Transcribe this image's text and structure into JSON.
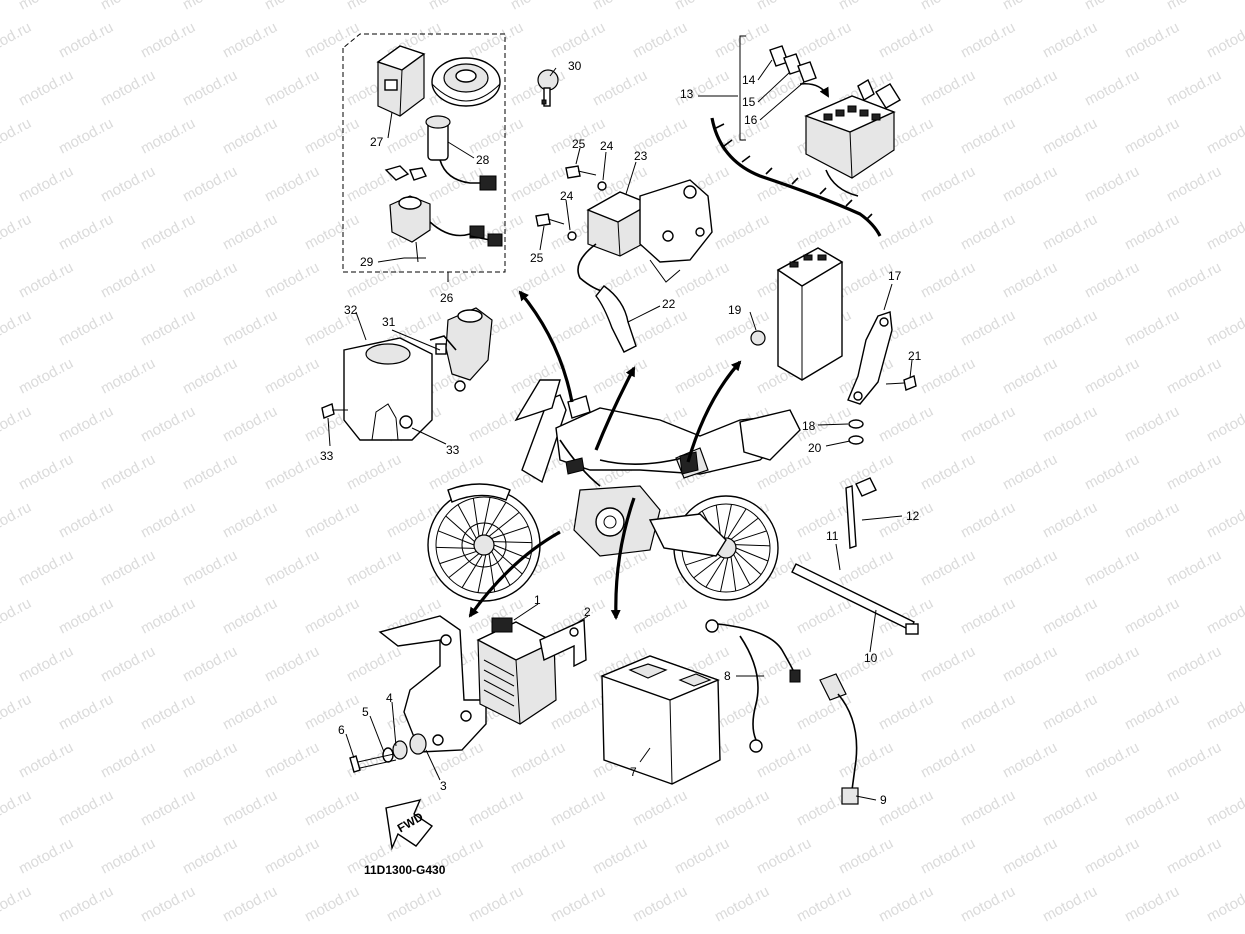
{
  "diagram_code": "11D1300-G430",
  "direction_label": "FWD",
  "watermark_text": "motod.ru",
  "callouts": {
    "p1": "1",
    "p2": "2",
    "p3": "3",
    "p4": "4",
    "p5": "5",
    "p6": "6",
    "p7": "7",
    "p8": "8",
    "p9": "9",
    "p10": "10",
    "p11": "11",
    "p12": "12",
    "p13": "13",
    "p14": "14",
    "p15": "15",
    "p16": "16",
    "p17": "17",
    "p18": "18",
    "p19": "19",
    "p20": "20",
    "p21": "21",
    "p22": "22",
    "p23": "23",
    "p24a": "24",
    "p24b": "24",
    "p25a": "25",
    "p25b": "25",
    "p26": "26",
    "p27": "27",
    "p28": "28",
    "p29": "29",
    "p30": "30",
    "p31": "31",
    "p32": "32",
    "p33a": "33",
    "p33b": "33"
  }
}
